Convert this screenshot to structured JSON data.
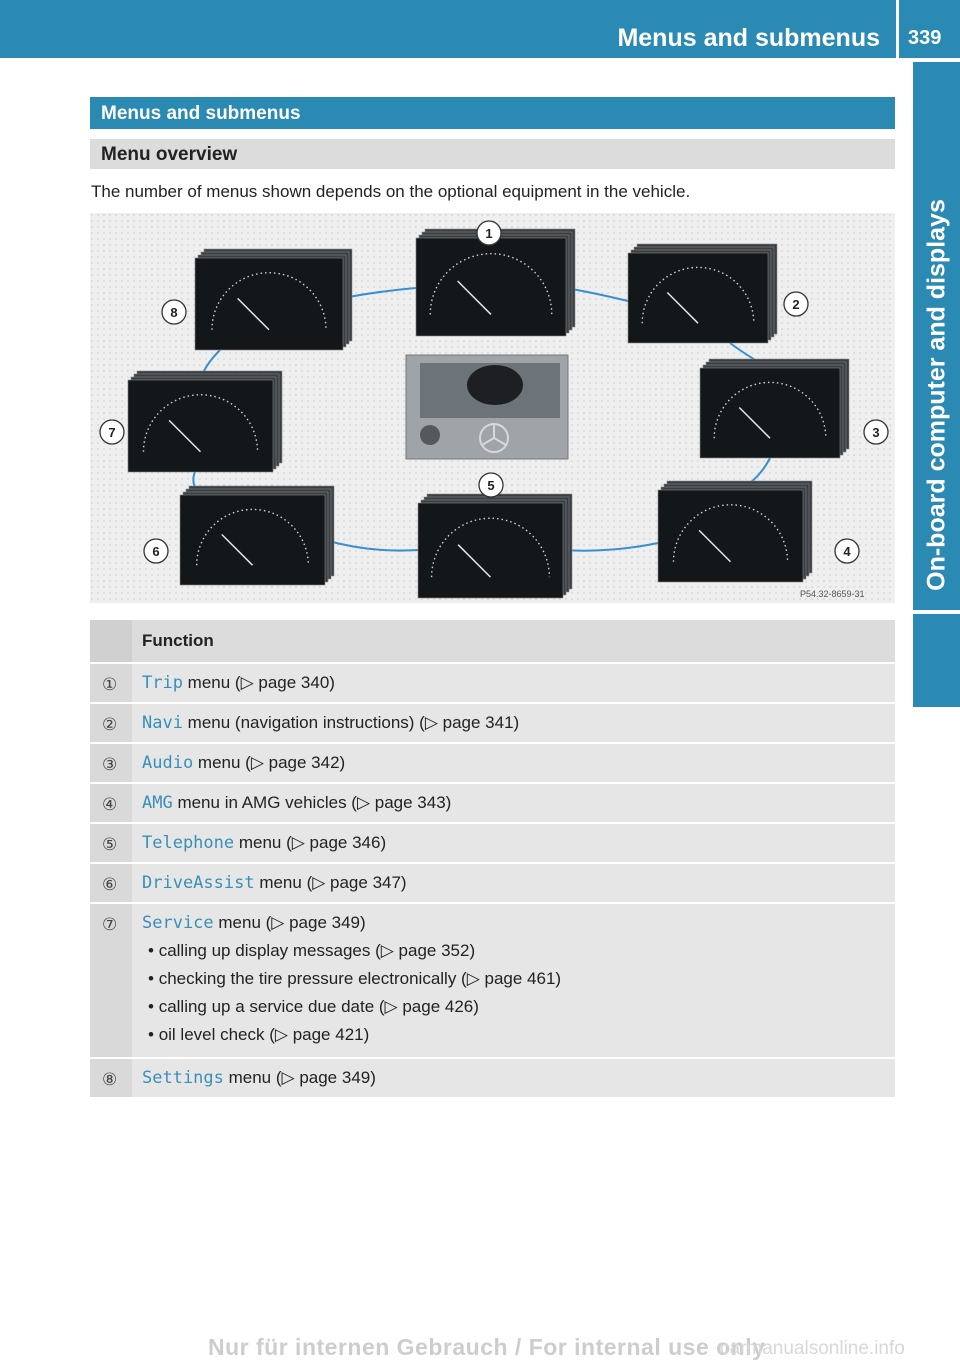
{
  "header": {
    "title": "Menus and submenus",
    "page_number": "339",
    "side_tab": "On-board computer and displays"
  },
  "section": {
    "heading": "Menus and submenus",
    "subheading": "Menu overview",
    "intro": "The number of menus shown depends on the optional equipment in the vehicle."
  },
  "figure": {
    "code": "P54.32-8659-31",
    "callouts": [
      "1",
      "2",
      "3",
      "4",
      "5",
      "6",
      "7",
      "8"
    ]
  },
  "table": {
    "header": "Function",
    "rows": [
      {
        "num": "①",
        "kw": "Trip",
        "text": " menu (▷ page 340)"
      },
      {
        "num": "②",
        "kw": "Navi",
        "text": " menu (navigation instructions) (▷ page 341)"
      },
      {
        "num": "③",
        "kw": "Audio",
        "text": " menu (▷ page 342)"
      },
      {
        "num": "④",
        "kw": "AMG",
        "text": " menu in AMG vehicles (▷ page 343)"
      },
      {
        "num": "⑤",
        "kw": "Telephone",
        "text": " menu (▷ page 346)"
      },
      {
        "num": "⑥",
        "kw": "DriveAssist",
        "text": " menu (▷ page 347)"
      },
      {
        "num": "⑦",
        "kw": "Service",
        "text": " menu (▷ page 349)",
        "bullets": [
          "calling up display messages (▷ page 352)",
          "checking the tire pressure electronically (▷ page 461)",
          "calling up a service due date (▷ page 426)",
          "oil level check (▷ page 421)"
        ]
      },
      {
        "num": "⑧",
        "kw": "Settings",
        "text": " menu (▷ page 349)"
      }
    ]
  },
  "footer": {
    "watermark": "Nur für internen Gebrauch / For internal use only",
    "site": "carmanualsonline.info"
  },
  "colors": {
    "accent": "#2a8ab4",
    "keyword": "#3a8fb8",
    "table_bg": "#e6e6e6"
  }
}
